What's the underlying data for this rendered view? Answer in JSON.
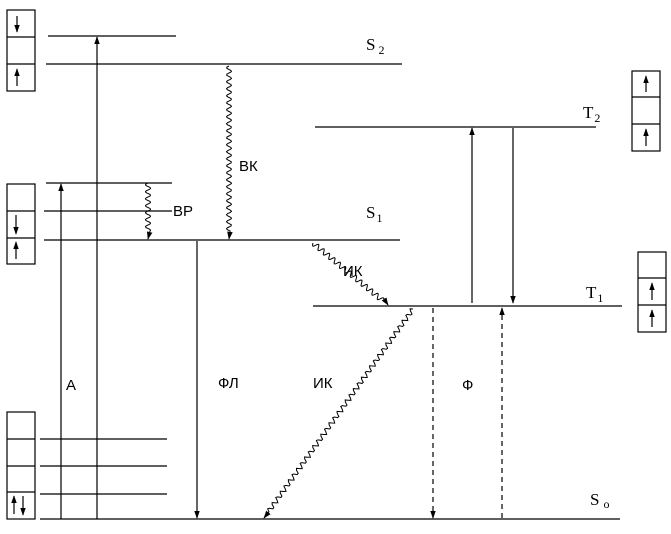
{
  "levels": {
    "s0": "S",
    "s0_sub": "o",
    "s1": "S",
    "s1_sub": "1",
    "s2": "S",
    "s2_sub": "2",
    "t1": "T",
    "t1_sub": "1",
    "t2": "T",
    "t2_sub": "2"
  },
  "processes": {
    "absorption": "А",
    "vibrational_relaxation": "ВР",
    "internal_conversion_upper": "ВК",
    "fluorescence": "ФЛ",
    "intersystem_crossing": "ИК",
    "intersystem_crossing_to_ground": "ИК",
    "phosphorescence": "Ф"
  }
}
